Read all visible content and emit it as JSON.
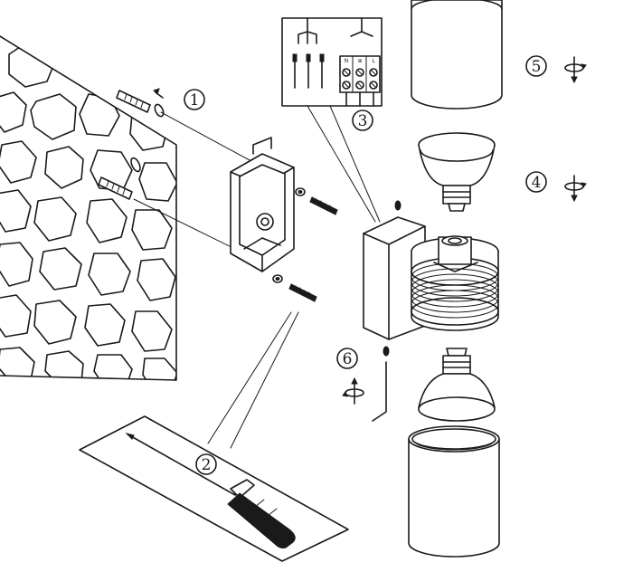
{
  "diagram": {
    "steps": [
      {
        "number": "1",
        "label": "①"
      },
      {
        "number": "2",
        "label": "②"
      },
      {
        "number": "3",
        "label": "③"
      },
      {
        "number": "4",
        "label": "④"
      },
      {
        "number": "5",
        "label": "⑤"
      },
      {
        "number": "6",
        "label": "⑥"
      }
    ],
    "terminal_labels": [
      "N",
      "⊕",
      "L"
    ],
    "icons": [
      "rotate-icon",
      "rotate-icon",
      "rotate-icon"
    ]
  }
}
